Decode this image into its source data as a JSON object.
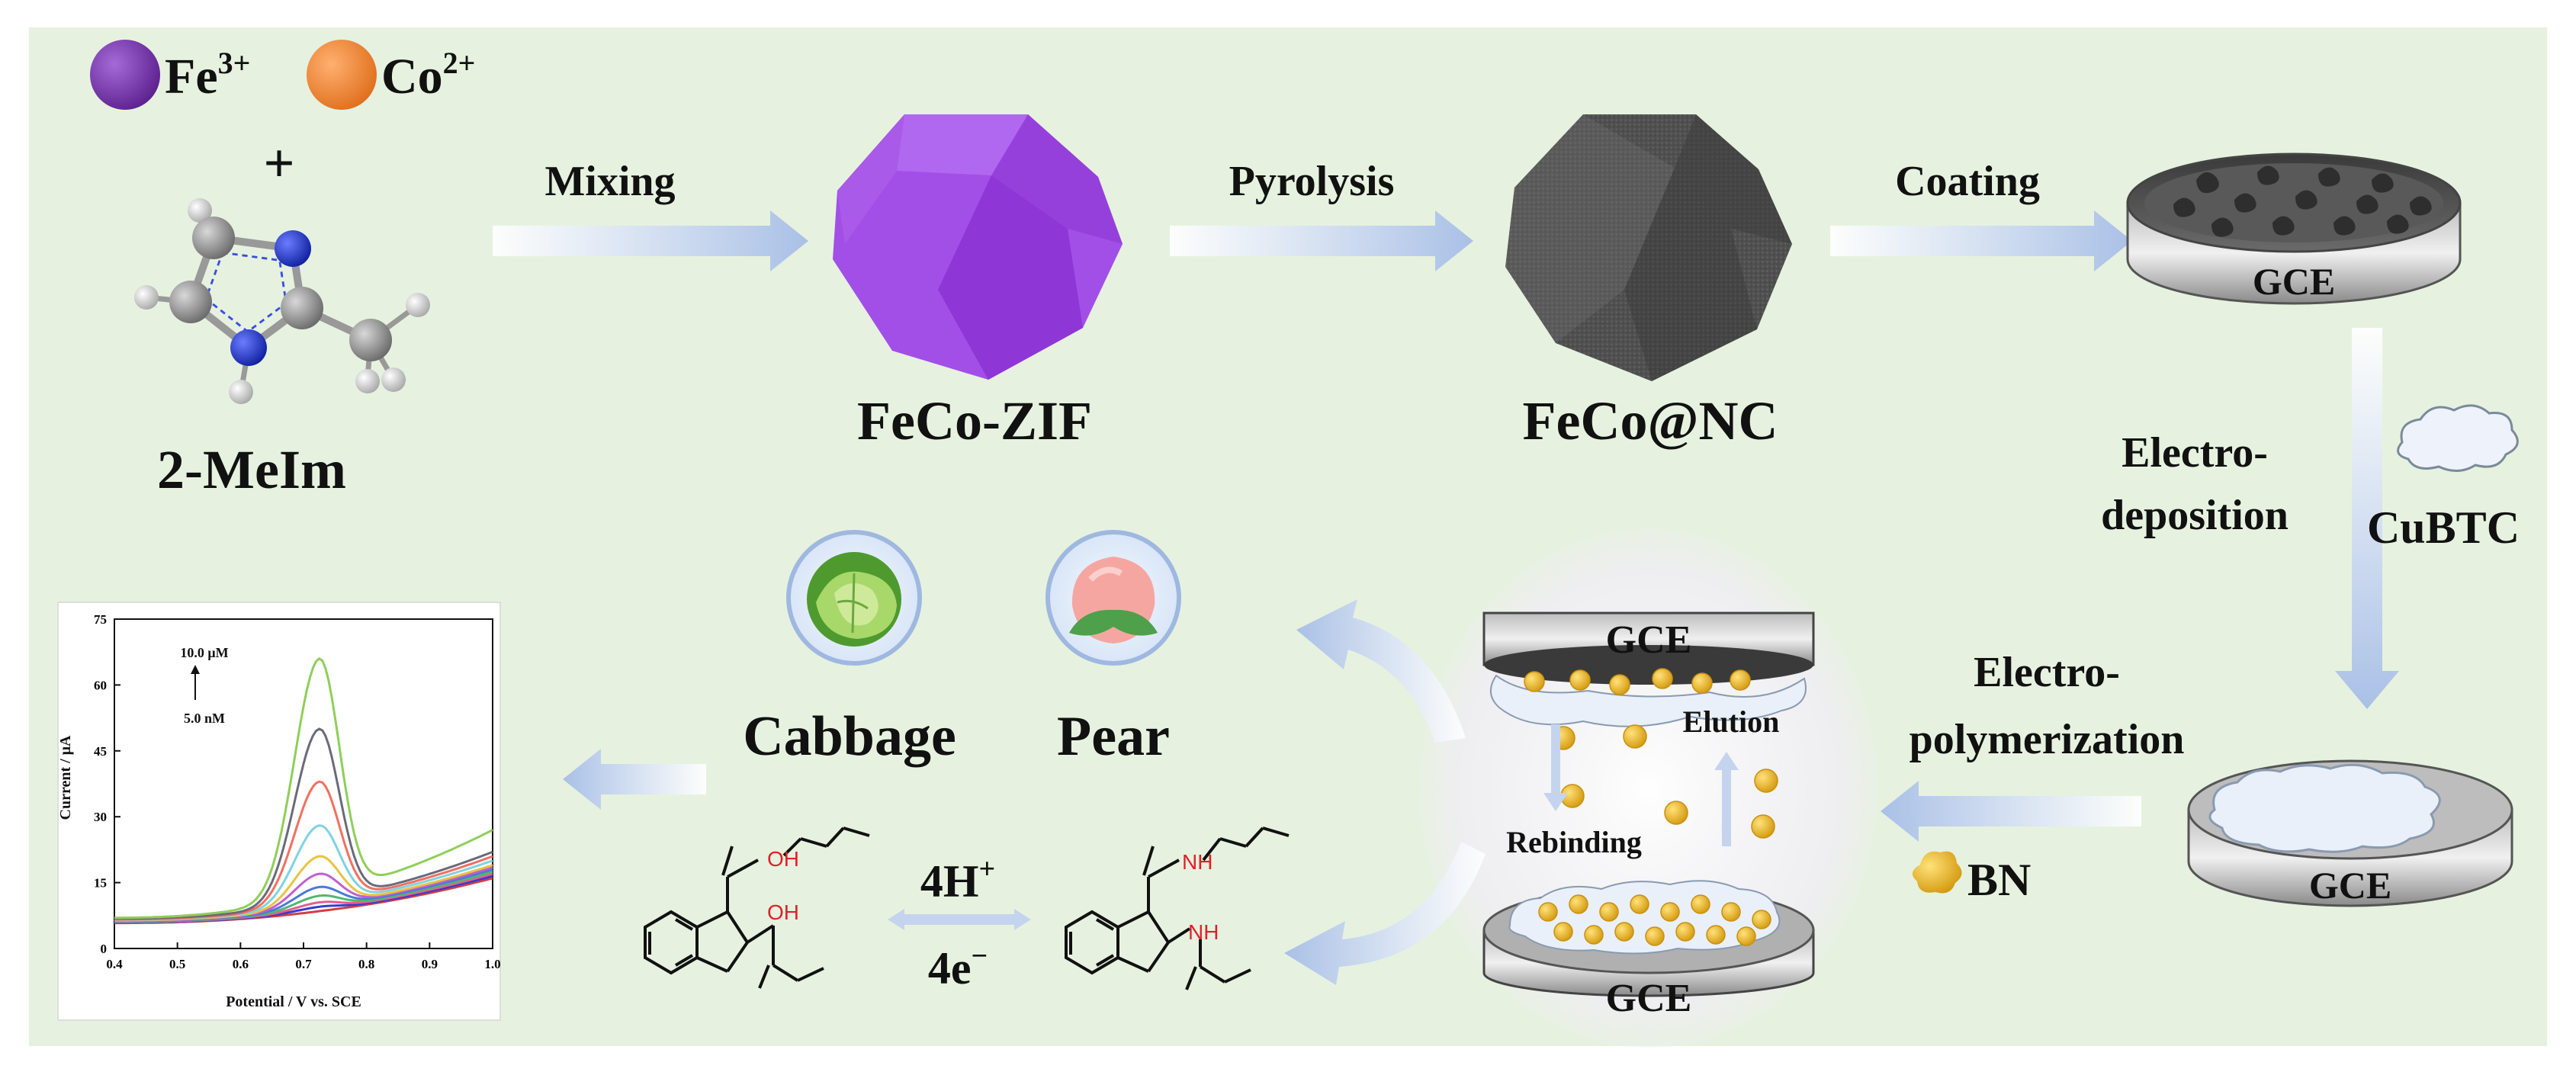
{
  "reagents": {
    "ion1": {
      "text": "Fe",
      "charge": "3+",
      "color": "#7d35b8"
    },
    "ion2": {
      "text": "Co",
      "charge": "2+",
      "color": "#f08a3c"
    },
    "plus": "+",
    "ligand_label": "2-MeIm"
  },
  "steps": {
    "mixing": "Mixing",
    "pyrolysis": "Pyrolysis",
    "coating": "Coating",
    "electrodeposition": [
      "Electro-",
      "deposition"
    ],
    "electropolymerization": [
      "Electro-",
      "polymerization"
    ],
    "elution": "Elution",
    "rebinding": "Rebinding"
  },
  "materials": {
    "zif": "FeCo-ZIF",
    "nc": "FeCo@NC",
    "cubtc": "CuBTC",
    "bn": "BN",
    "electrode": "GCE"
  },
  "samples": {
    "cabbage": "Cabbage",
    "pear": "Pear"
  },
  "redox": {
    "protons": "4H",
    "protons_charge": "+",
    "electrons": "4e",
    "electrons_charge": "−"
  },
  "molecule_labels": {
    "oh": "OH",
    "nh": "NH"
  },
  "colors": {
    "background": "#e6f2df",
    "arrow": "#a9c0e6",
    "zif": "#a04fe0",
    "nc": "#4b4b4b",
    "bn": "#f2c23a",
    "cloud": "#e9f0fa"
  },
  "chart_data": {
    "type": "line",
    "title": "",
    "xlabel": "Potential / V vs. SCE",
    "ylabel": "Current / μA",
    "xlim": [
      0.4,
      1.0
    ],
    "ylim": [
      0,
      75
    ],
    "xticks": [
      "0.4",
      "0.5",
      "0.6",
      "0.7",
      "0.8",
      "0.9",
      "1.0"
    ],
    "yticks": [
      "0",
      "15",
      "30",
      "45",
      "60",
      "75"
    ],
    "annotation_top": "10.0 μM",
    "annotation_bottom": "5.0 nM",
    "peak_potential": 0.725,
    "series": [
      {
        "baseline_start": 7.0,
        "baseline_end": 27,
        "peak": 66,
        "color": "#8fce5a"
      },
      {
        "baseline_start": 6.8,
        "baseline_end": 22,
        "peak": 50,
        "color": "#6a6a7a"
      },
      {
        "baseline_start": 6.6,
        "baseline_end": 21,
        "peak": 38,
        "color": "#f07060"
      },
      {
        "baseline_start": 6.5,
        "baseline_end": 20,
        "peak": 28,
        "color": "#7fd3e0"
      },
      {
        "baseline_start": 6.4,
        "baseline_end": 19,
        "peak": 21,
        "color": "#e8c440"
      },
      {
        "baseline_start": 6.3,
        "baseline_end": 18.5,
        "peak": 17,
        "color": "#c060d0"
      },
      {
        "baseline_start": 6.2,
        "baseline_end": 18,
        "peak": 14,
        "color": "#4a7ad8"
      },
      {
        "baseline_start": 6.1,
        "baseline_end": 17.5,
        "peak": 12,
        "color": "#50b870"
      },
      {
        "baseline_start": 6.0,
        "baseline_end": 17,
        "peak": 10.5,
        "color": "#e06090"
      },
      {
        "baseline_start": 5.9,
        "baseline_end": 16.5,
        "peak": 9.5,
        "color": "#3a3acf"
      },
      {
        "baseline_start": 5.8,
        "baseline_end": 16,
        "peak": 8.5,
        "color": "#d04040"
      }
    ]
  }
}
